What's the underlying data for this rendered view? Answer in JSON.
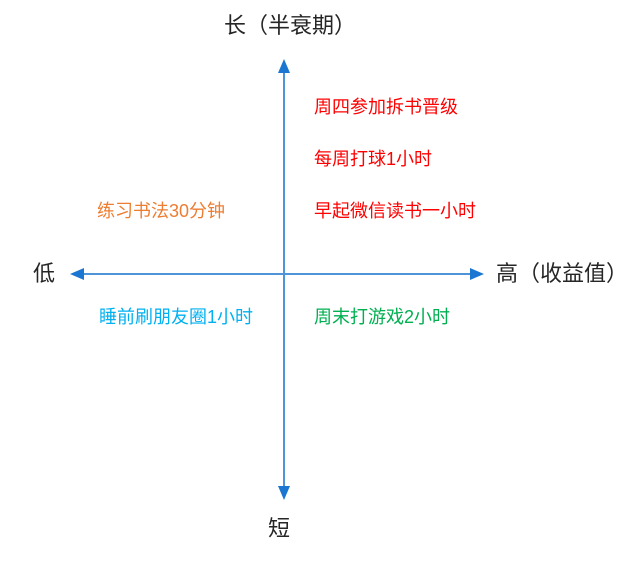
{
  "colors": {
    "background": "#FFFFFF",
    "axis_line": "#4E94D9",
    "axis_arrowhead": "#1B76D1",
    "axis_label": "#262626",
    "red_items": "#FF0000",
    "orange_items": "#ED7D31",
    "cyan_items": "#00B0F0",
    "green_items": "#00B050"
  },
  "axes": {
    "y_top_label": "长（半衰期）",
    "y_bottom_label": "短",
    "x_left_label": "低",
    "x_right_label": "高（收益值）"
  },
  "quadrants": {
    "top_right": {
      "color": "#FF0000",
      "items": [
        "周四参加拆书晋级",
        "每周打球1小时",
        "早起微信读书一小时"
      ]
    },
    "top_left": {
      "color": "#ED7D31",
      "items": [
        "练习书法30分钟"
      ]
    },
    "bottom_left": {
      "color": "#00B0F0",
      "items": [
        "睡前刷朋友圈1小时"
      ]
    },
    "bottom_right": {
      "color": "#00B050",
      "items": [
        "周末打游戏2小时"
      ]
    }
  }
}
